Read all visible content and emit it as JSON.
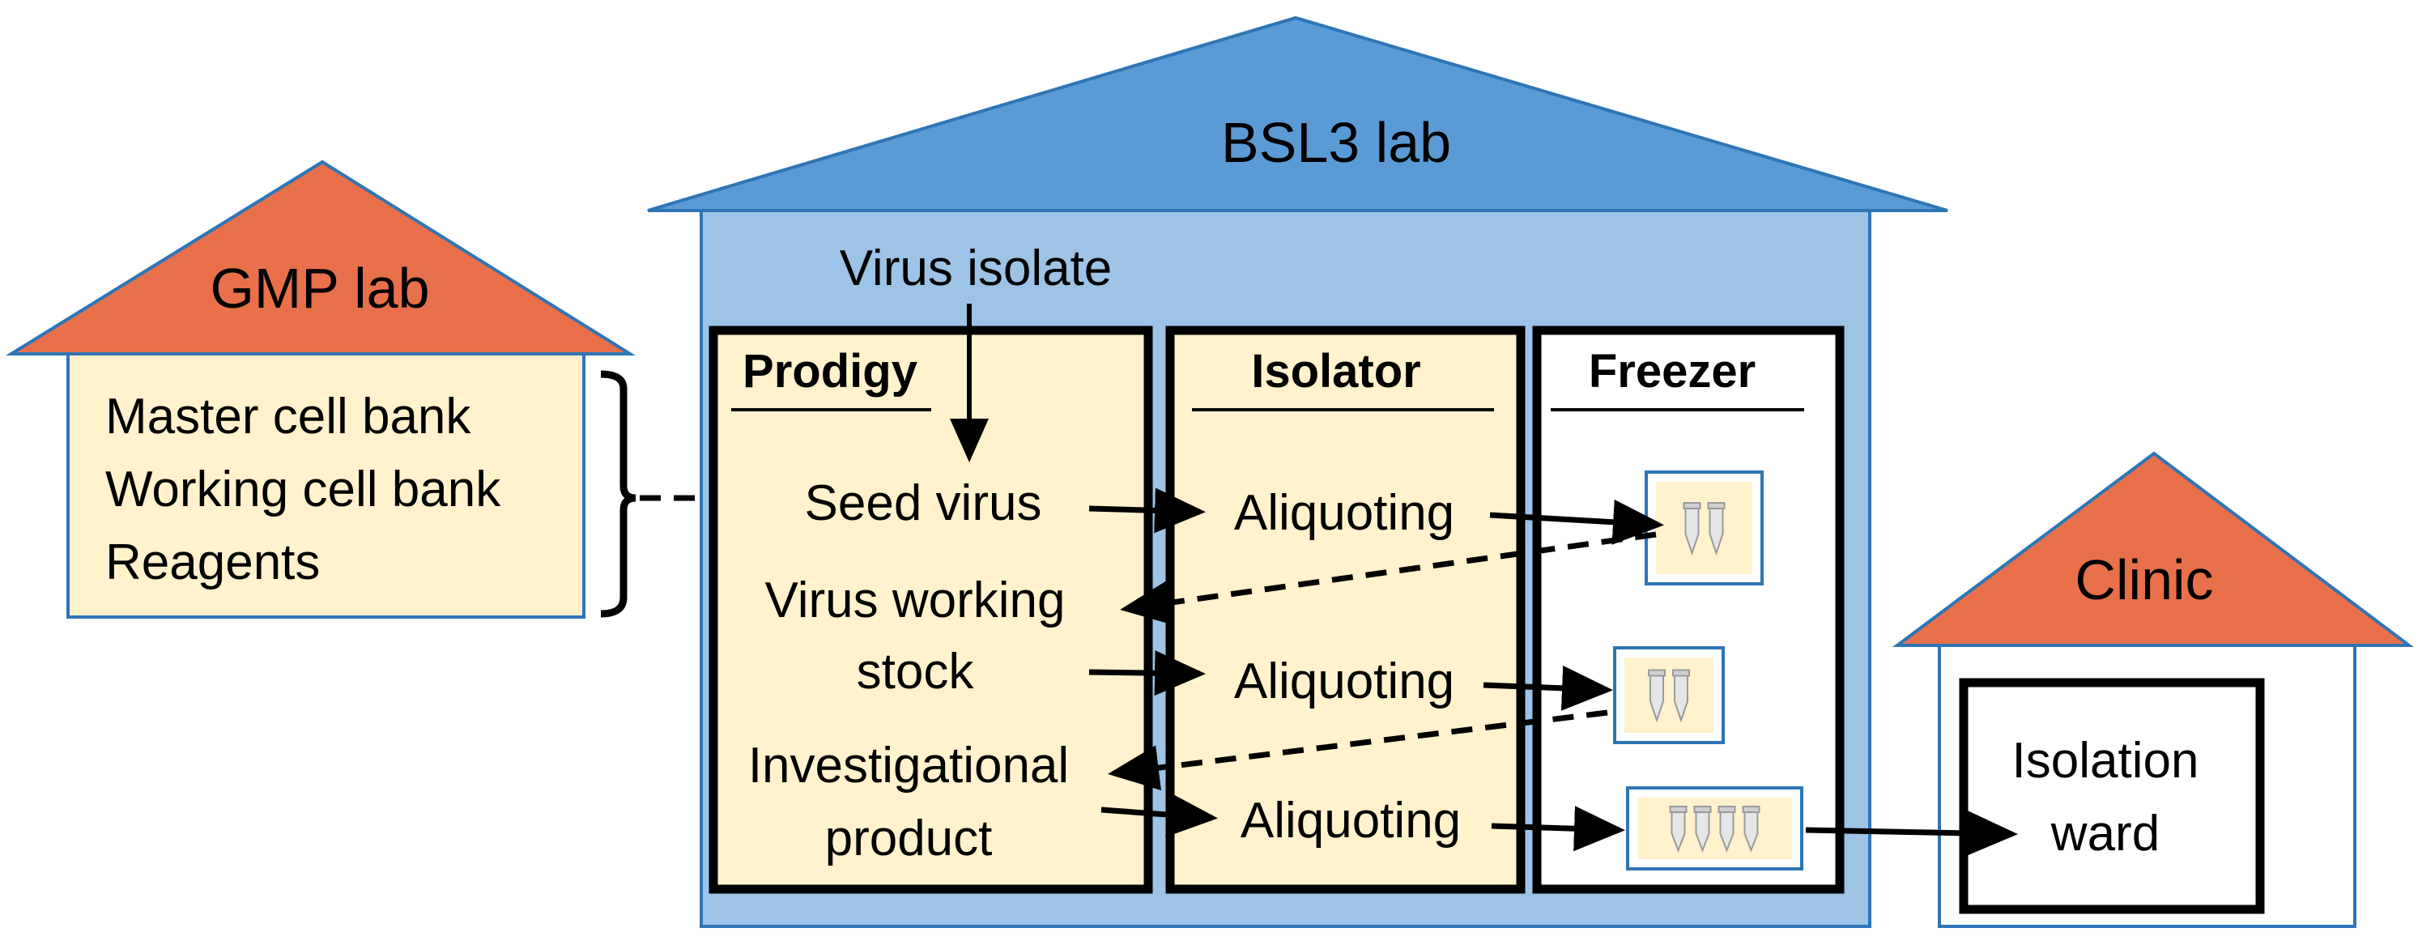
{
  "colors": {
    "roof_orange": "#E8704A",
    "roof_blue": "#5B9BD5",
    "wall_blue": "#9DC3E6",
    "cream": "#FFF2CC",
    "outline_blue": "#2E75B6",
    "black": "#000000",
    "white": "#FFFFFF"
  },
  "gmp_lab": {
    "title": "GMP lab",
    "items": [
      "Master cell bank",
      "Working cell bank",
      "Reagents"
    ]
  },
  "bsl3_lab": {
    "title": "BSL3 lab",
    "input_label": "Virus isolate",
    "prodigy": {
      "title": "Prodigy",
      "seed_virus": "Seed virus",
      "working_stock_line1": "Virus working",
      "working_stock_line2": "stock",
      "product_line1": "Investigational",
      "product_line2": "product"
    },
    "isolator": {
      "title": "Isolator",
      "steps": [
        "Aliquoting",
        "Aliquoting",
        "Aliquoting"
      ]
    },
    "freezer": {
      "title": "Freezer",
      "vial_groups": [
        2,
        2,
        4
      ]
    }
  },
  "clinic": {
    "title": "Clinic",
    "ward_line1": "Isolation",
    "ward_line2": "ward"
  },
  "icons": [
    "tube-icon",
    "arrow-icon",
    "dashed-arrow-icon",
    "bracket-icon"
  ]
}
